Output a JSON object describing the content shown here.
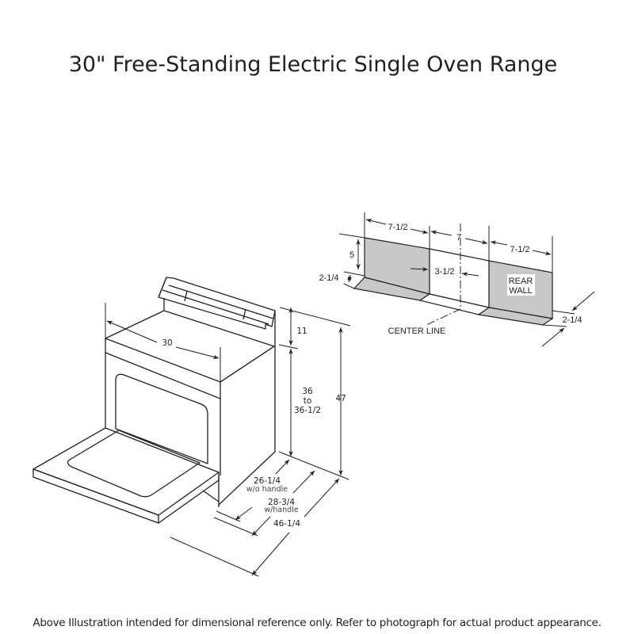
{
  "title": "30\" Free-Standing Electric Single Oven Range",
  "footer": "Above Illustration intended for dimensional reference only. Refer to photograph for actual product appearance.",
  "range": {
    "width": "30",
    "backguard_height": "11",
    "cooktop_height_line1": "36",
    "cooktop_height_line2": "to",
    "cooktop_height_line3": "36-1/2",
    "overall_height": "47",
    "depth_without_handle": "26-1/4",
    "depth_without_handle_note": "w/o handle",
    "depth_with_handle": "28-3/4",
    "depth_with_handle_note": "w/handle",
    "depth_door_open": "46-1/4"
  },
  "outlet_area": {
    "left_width": "7-1/2",
    "center_width": "7",
    "right_width": "7-1/2",
    "height": "5",
    "offset_from_center": "3-1/2",
    "left_floor_depth": "2-1/4",
    "right_floor_depth": "2-1/4",
    "rear_wall_label_line1": "REAR",
    "rear_wall_label_line2": "WALL",
    "center_line_label": "CENTER LINE"
  },
  "colors": {
    "line": "#231f20",
    "panel_gray": "#c8c8c8",
    "background": "#ffffff"
  }
}
